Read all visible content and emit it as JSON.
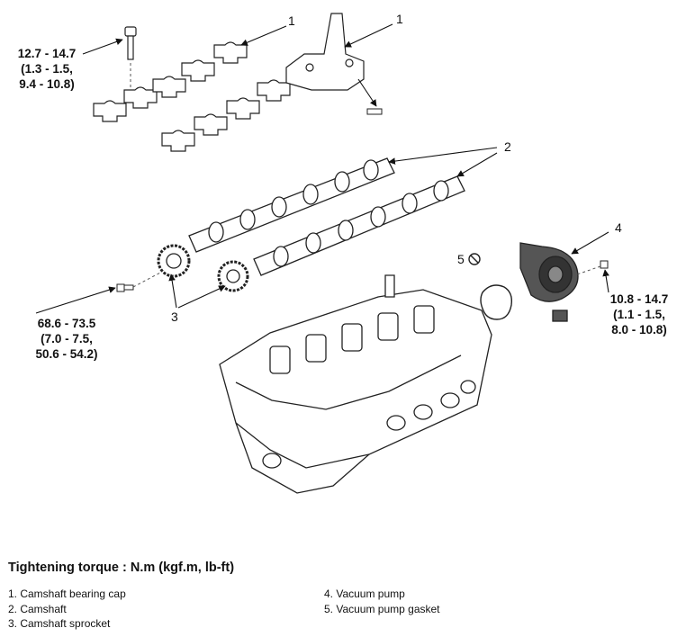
{
  "callouts": {
    "cap_left": "1",
    "cap_right": "1",
    "camshaft": "2",
    "sprocket": "3",
    "pump": "4",
    "gasket": "5"
  },
  "torques": {
    "cap_bolt": [
      "12.7 - 14.7",
      "(1.3 - 1.5,",
      "9.4 - 10.8)"
    ],
    "sprocket_bolt": [
      "68.6 - 73.5",
      "(7.0 - 7.5,",
      "50.6 - 54.2)"
    ],
    "pump_bolt": [
      "10.8 - 14.7",
      "(1.1 - 1.5,",
      "8.0 - 10.8)"
    ]
  },
  "legend": {
    "title": "Tightening torque : N.m (kgf.m, lb-ft)",
    "items": [
      "1. Camshaft bearing cap",
      "2. Camshaft",
      "3. Camshaft sprocket",
      "4. Vacuum pump",
      "5. Vacuum pump gasket"
    ]
  }
}
